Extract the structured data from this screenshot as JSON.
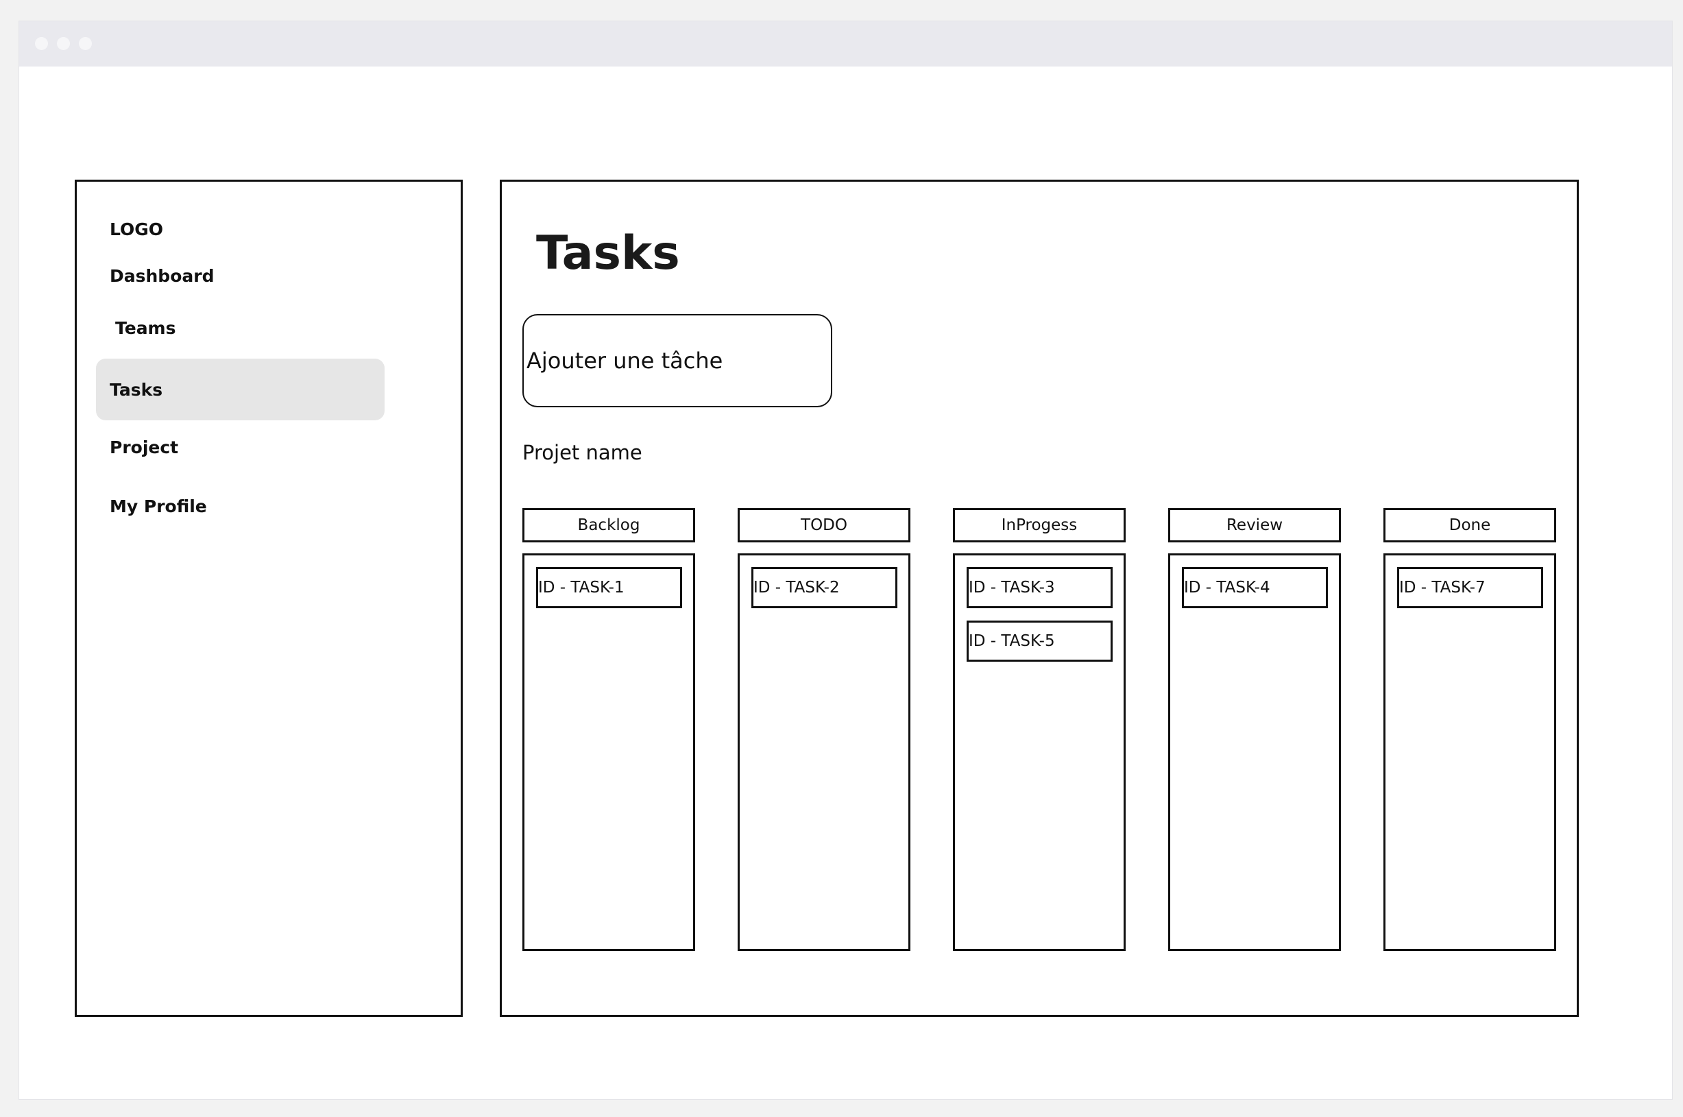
{
  "window": {
    "controls": [
      "close",
      "minimize",
      "maximize"
    ]
  },
  "sidebar": {
    "logo": "LOGO",
    "items": [
      {
        "label": "Dashboard",
        "active": false
      },
      {
        "label": "Teams",
        "active": false
      },
      {
        "label": "Tasks",
        "active": true
      },
      {
        "label": "Project",
        "active": false
      },
      {
        "label": "My Profile",
        "active": false
      }
    ]
  },
  "main": {
    "title": "Tasks",
    "add_button": "Ajouter une tâche",
    "project_name": "Projet name",
    "columns": [
      {
        "label": "Backlog",
        "cards": [
          "ID - TASK-1"
        ]
      },
      {
        "label": "TODO",
        "cards": [
          "ID - TASK-2"
        ]
      },
      {
        "label": "InProgess",
        "cards": [
          "ID - TASK-3",
          "ID - TASK-5"
        ]
      },
      {
        "label": "Review",
        "cards": [
          "ID - TASK-4"
        ]
      },
      {
        "label": "Done",
        "cards": [
          "ID - TASK-7"
        ]
      }
    ]
  },
  "colors": {
    "active_nav_bg": "#e6e6e6",
    "titlebar_bg": "#e9e9ee",
    "border": "#111111"
  }
}
